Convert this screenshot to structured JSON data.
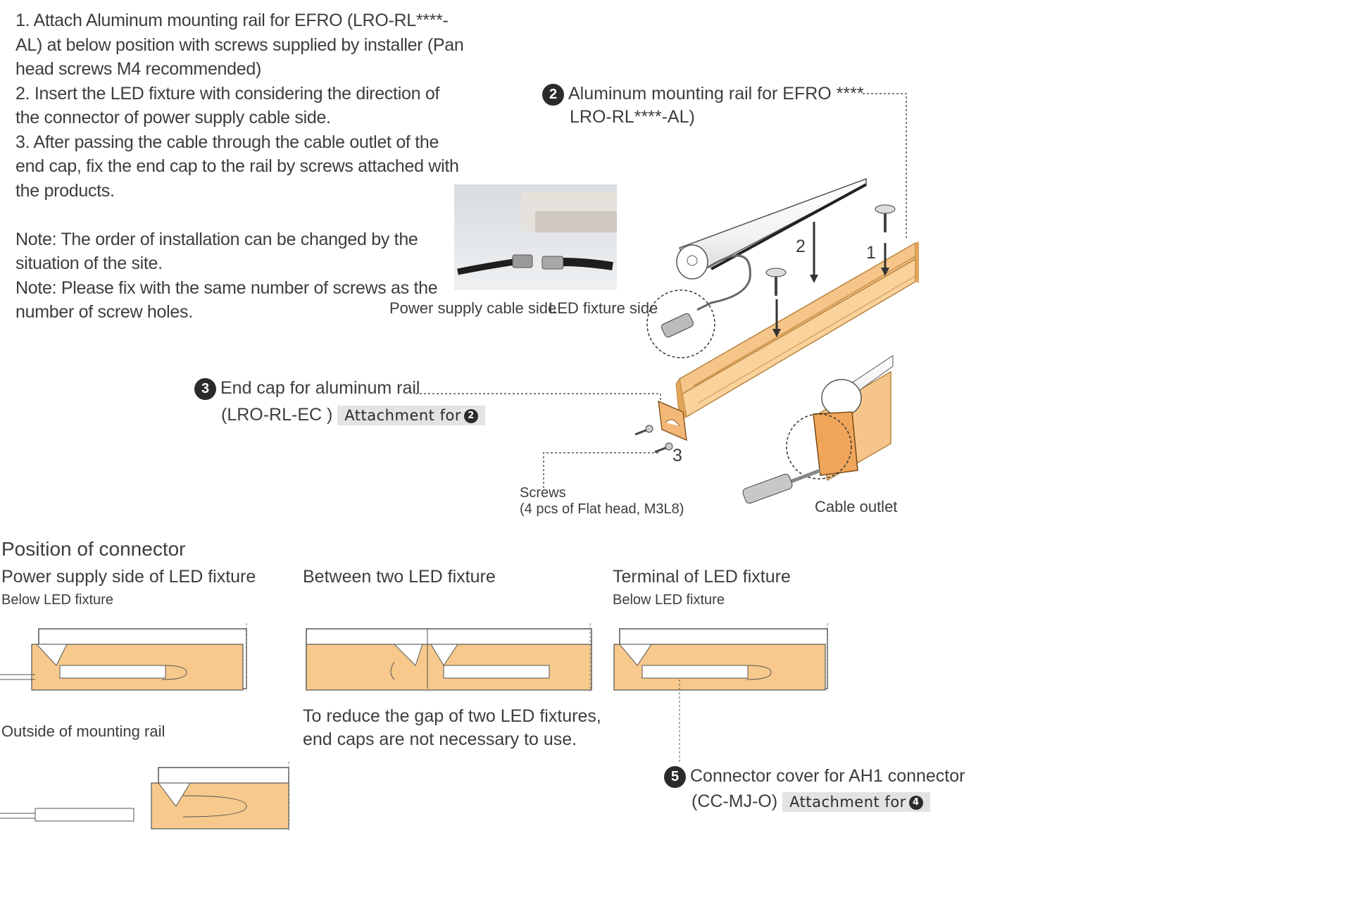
{
  "instructions": [
    "1. Attach Aluminum mounting rail for EFRO (LRO-RL****-",
    "AL) at below position with screws supplied by installer (Pan",
    "head screws M4 recommended)",
    "2. Insert the LED fixture with considering the direction of",
    "the connector of power supply cable side.",
    "3. After passing the cable through the cable outlet of the",
    "end cap, fix the end cap to the rail by screws attached with",
    "the products.",
    "",
    "Note: The order of installation can be changed by the",
    "situation of the site.",
    "Note: Please fix with the same number of screws as the",
    "number of screw holes."
  ],
  "callout_rail": {
    "number": "2",
    "line1": "Aluminum mounting rail for EFRO  ****",
    "line2": "LRO-RL****-AL)"
  },
  "photo_labels": {
    "power_side": "Power supply cable side",
    "led_side": "LED fixture side"
  },
  "callout_endcap": {
    "number": "3",
    "line1": "End cap for aluminum rail",
    "line2": "(LRO-RL-EC )",
    "attachment_text": "Attachment for",
    "attachment_ref": "2"
  },
  "step_numbers": {
    "one": "1",
    "two": "2",
    "three": "3"
  },
  "screws_label": {
    "line1": "Screws",
    "line2": "(4 pcs of Flat head, M3L8)"
  },
  "cable_outlet_label": "Cable outlet",
  "position_section": {
    "title": "Position of connector",
    "col1_title": "Power supply side of LED fixture",
    "col1_sub": "Below LED fixture",
    "col2_title": "Between two LED fixture",
    "col3_title": "Terminal of LED fixture",
    "col3_sub": "Below LED fixture",
    "outside_title": "Outside of mounting rail",
    "gap_note_line1": "To reduce the gap of two LED fixtures,",
    "gap_note_line2": "end caps are not necessary to use."
  },
  "callout_cover": {
    "number": "5",
    "line1": "Connector cover for AH1 connector",
    "line2": "(CC-MJ-O)",
    "attachment_text": "Attachment for",
    "attachment_ref": "4"
  },
  "colors": {
    "rail_fill": "#f7c98c",
    "rail_dark": "#d99a4a",
    "text": "#3d3d3d",
    "badge": "#2b2b2b",
    "attachment_bg": "#e3e3e3"
  }
}
